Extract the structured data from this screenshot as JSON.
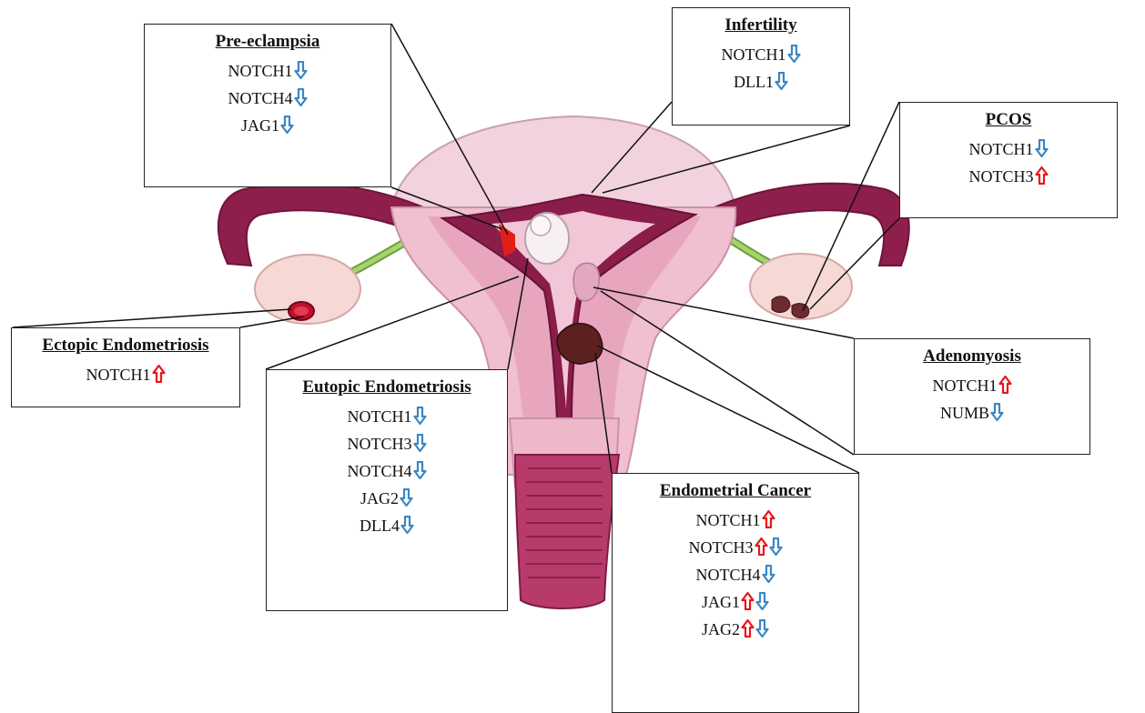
{
  "colors": {
    "up": "#e8161b",
    "down": "#3b86c6"
  },
  "boxes": {
    "preeclampsia": {
      "title": "Pre-eclampsia",
      "items": [
        {
          "gene": "NOTCH1",
          "dirs": [
            "down"
          ]
        },
        {
          "gene": "NOTCH4",
          "dirs": [
            "down"
          ]
        },
        {
          "gene": "JAG1",
          "dirs": [
            "down"
          ]
        }
      ]
    },
    "infertility": {
      "title": "Infertility",
      "items": [
        {
          "gene": "NOTCH1",
          "dirs": [
            "down"
          ]
        },
        {
          "gene": "DLL1",
          "dirs": [
            "down"
          ]
        }
      ]
    },
    "pcos": {
      "title": "PCOS",
      "items": [
        {
          "gene": "NOTCH1",
          "dirs": [
            "down"
          ]
        },
        {
          "gene": "NOTCH3",
          "dirs": [
            "up"
          ]
        }
      ]
    },
    "ectopic": {
      "title": "Ectopic Endometriosis",
      "items": [
        {
          "gene": "NOTCH1",
          "dirs": [
            "up"
          ]
        }
      ]
    },
    "eutopic": {
      "title": "Eutopic Endometriosis",
      "items": [
        {
          "gene": "NOTCH1",
          "dirs": [
            "down"
          ]
        },
        {
          "gene": "NOTCH3",
          "dirs": [
            "down"
          ]
        },
        {
          "gene": "NOTCH4",
          "dirs": [
            "down"
          ]
        },
        {
          "gene": "JAG2",
          "dirs": [
            "down"
          ]
        },
        {
          "gene": "DLL4",
          "dirs": [
            "down"
          ]
        }
      ]
    },
    "adenomyosis": {
      "title": "Adenomyosis",
      "items": [
        {
          "gene": "NOTCH1",
          "dirs": [
            "up"
          ]
        },
        {
          "gene": "NUMB",
          "dirs": [
            "down"
          ]
        }
      ]
    },
    "endometrial": {
      "title": "Endometrial Cancer",
      "items": [
        {
          "gene": "NOTCH1",
          "dirs": [
            "up"
          ]
        },
        {
          "gene": "NOTCH3",
          "dirs": [
            "up",
            "down"
          ]
        },
        {
          "gene": "NOTCH4",
          "dirs": [
            "down"
          ]
        },
        {
          "gene": "JAG1",
          "dirs": [
            "up",
            "down"
          ]
        },
        {
          "gene": "JAG2",
          "dirs": [
            "up",
            "down"
          ]
        }
      ]
    }
  }
}
